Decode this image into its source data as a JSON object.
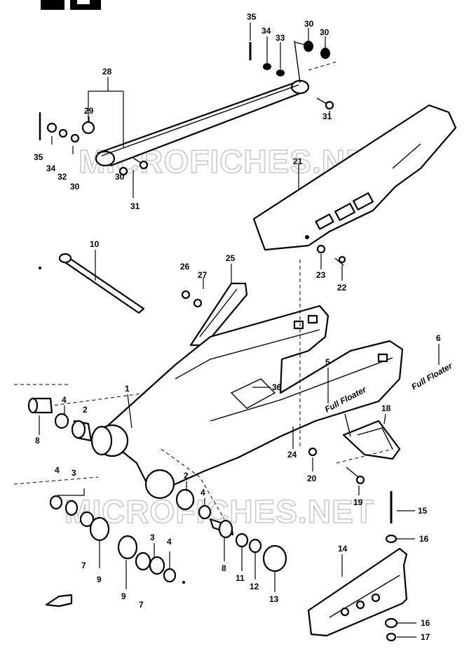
{
  "watermark": {
    "top": "MICROFICHES.NET",
    "bottom": "MICROFICHES.NET"
  },
  "brand_decal": "Full Floater",
  "part_labels": {
    "p35a": "35",
    "p34a": "34",
    "p33": "33",
    "p30a": "30",
    "p30b": "30",
    "p28": "28",
    "p29": "29",
    "p35b": "35",
    "p34b": "34",
    "p32": "32",
    "p30c": "30",
    "p31a": "31",
    "p30d": "30",
    "p31b": "31",
    "p21": "21",
    "p23": "23",
    "p22": "22",
    "p10": "10",
    "p26": "26",
    "p27": "27",
    "p25": "25",
    "p6": "6",
    "p5": "5",
    "p1": "1",
    "p36": "36",
    "p18": "18",
    "p8a": "8",
    "p4a": "4",
    "p2a": "2",
    "p4b": "4",
    "p3a": "3",
    "p24": "24",
    "p20": "20",
    "p19": "19",
    "p2b": "2",
    "p4c": "4",
    "p15": "15",
    "p16a": "16",
    "p7a": "7",
    "p9a": "9",
    "p3b": "3",
    "p4d": "4",
    "p9b": "9",
    "p7b": "7",
    "p8b": "8",
    "p11": "11",
    "p12": "12",
    "p13": "13",
    "p14": "14",
    "p16b": "16",
    "p17": "17"
  }
}
